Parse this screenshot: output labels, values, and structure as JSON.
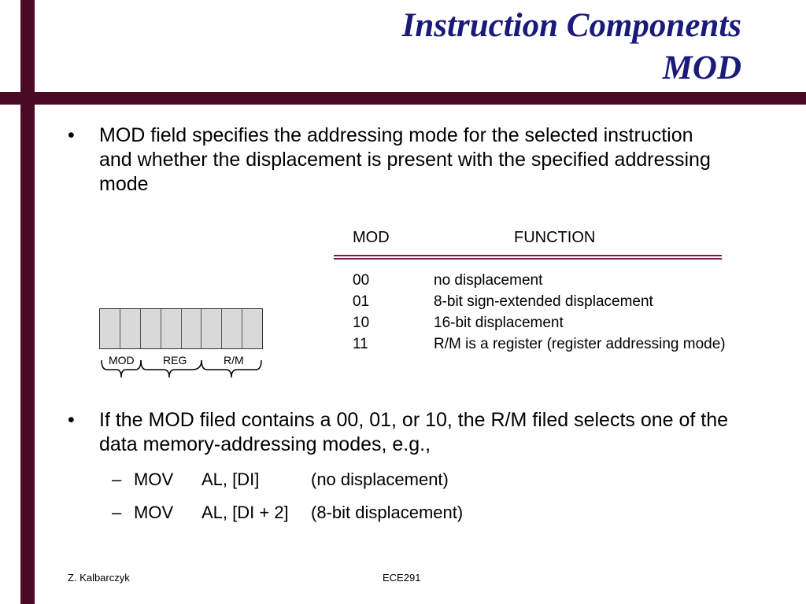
{
  "slide": {
    "title_line1": "Instruction Components",
    "title_line2": "MOD",
    "bullet_char": "•",
    "bullet1": "MOD field specifies the addressing mode for the selected instruction and whether the displacement is present with the specified addressing mode",
    "bullet2": "If the MOD filed contains a 00, 01, or 10, the R/M filed selects one of the data memory-addressing modes, e.g.,",
    "dash_char": "–",
    "subitems": [
      {
        "op": "MOV",
        "args": "AL, [DI]",
        "note": "(no displacement)"
      },
      {
        "op": "MOV",
        "args": "AL, [DI + 2]",
        "note": "(8-bit displacement)"
      }
    ]
  },
  "table": {
    "header_mod": "MOD",
    "header_function": "FUNCTION",
    "rows": [
      {
        "code": "00",
        "function": "no displacement"
      },
      {
        "code": "01",
        "function": "8-bit sign-extended displacement"
      },
      {
        "code": "10",
        "function": "16-bit displacement"
      },
      {
        "code": "11",
        "function": "R/M is a register (register addressing mode)"
      }
    ]
  },
  "diagram": {
    "labels": {
      "mod": "MOD",
      "reg": "REG",
      "rm": "R/M"
    },
    "bit_count": 8
  },
  "footer": {
    "left": "Z. Kalbarczyk",
    "center": "ECE291"
  },
  "colors": {
    "title": "#1a1a7a",
    "frame": "#4a0a26",
    "rule": "#7a1a4a",
    "cell_fill": "#d9d9d9"
  }
}
